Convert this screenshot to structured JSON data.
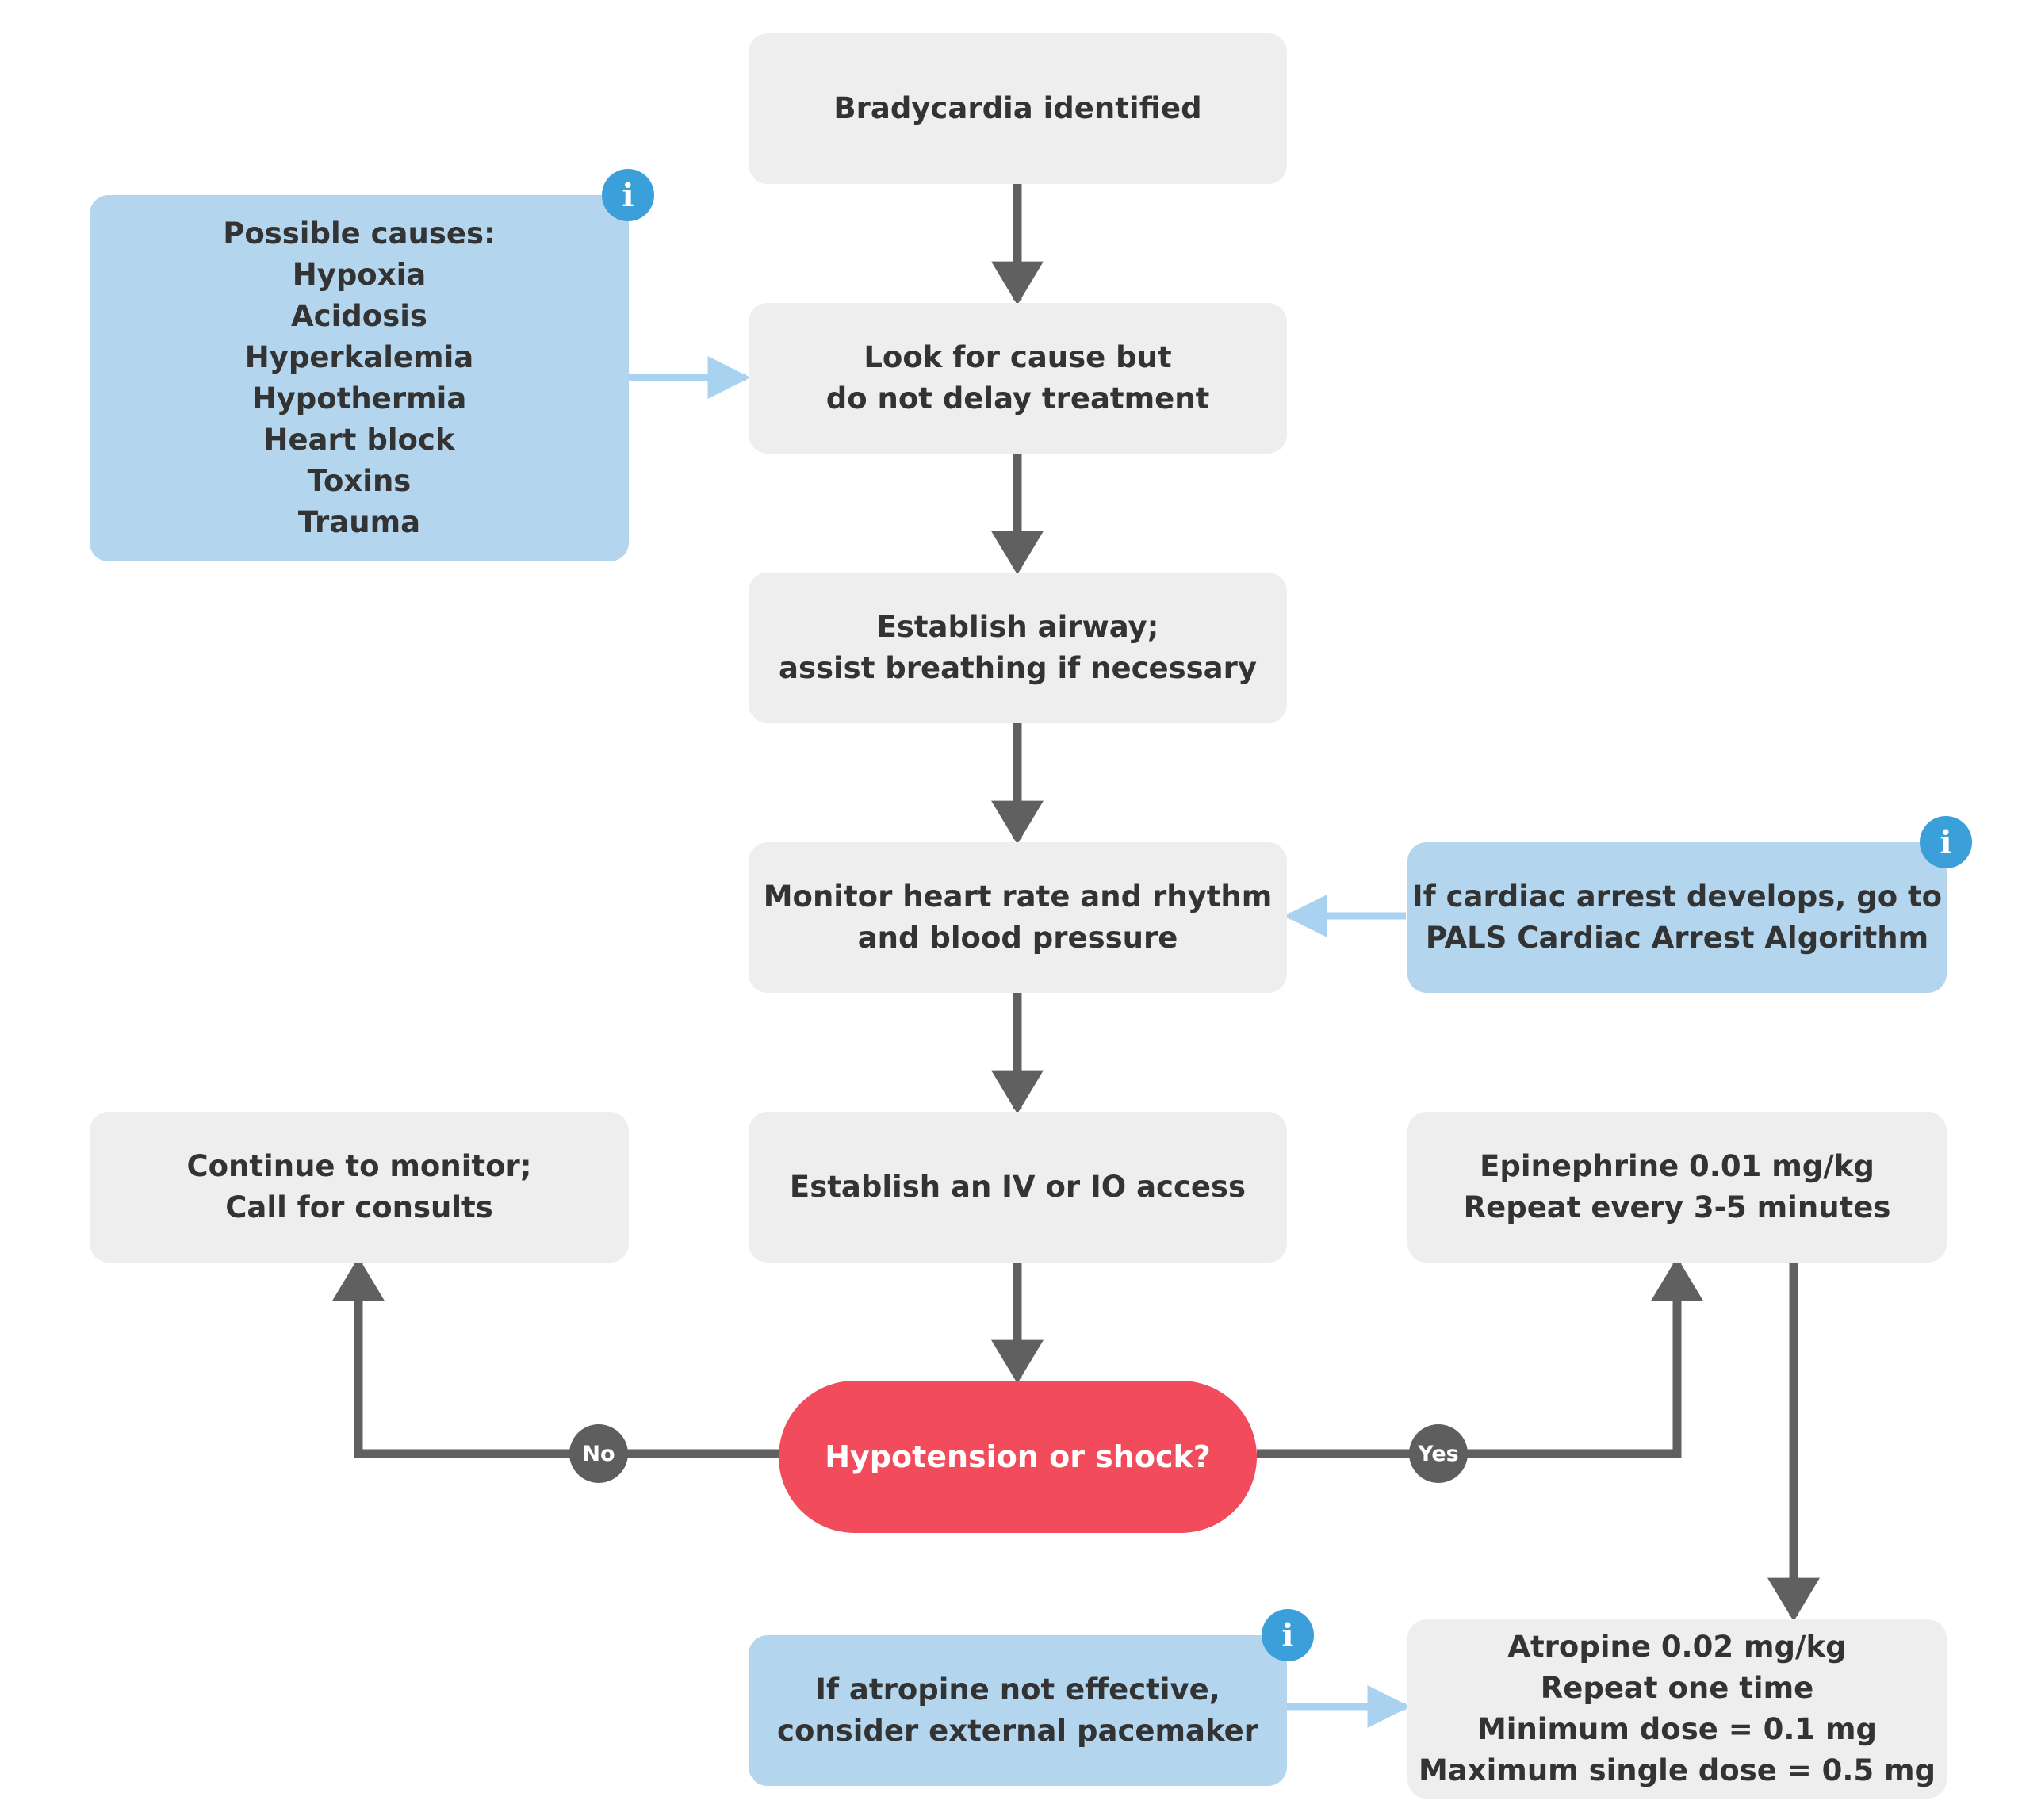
{
  "nodes": {
    "start": {
      "lines": [
        "Bradycardia identified"
      ]
    },
    "cause": {
      "lines": [
        "Look for cause but",
        "do not delay treatment"
      ]
    },
    "airway": {
      "lines": [
        "Establish airway;",
        "assist breathing if necessary"
      ]
    },
    "monitor": {
      "lines": [
        "Monitor heart rate and rhythm",
        "and blood pressure"
      ]
    },
    "iv": {
      "lines": [
        "Establish an IV or IO access"
      ]
    },
    "decision": {
      "label": "Hypotension or shock?"
    },
    "continue": {
      "lines": [
        "Continue to monitor;",
        "Call for consults"
      ]
    },
    "epinephrine": {
      "lines": [
        "Epinephrine 0.01 mg/kg",
        "Repeat every 3-5 minutes"
      ]
    },
    "atropine": {
      "lines": [
        "Atropine 0.02 mg/kg",
        "Repeat one time",
        "Minimum dose = 0.1 mg",
        "Maximum single dose = 0.5 mg"
      ]
    }
  },
  "notes": {
    "causes": {
      "lines": [
        "Possible causes:",
        "Hypoxia",
        "Acidosis",
        "Hyperkalemia",
        "Hypothermia",
        "Heart block",
        "Toxins",
        "Trauma"
      ]
    },
    "arrest": {
      "lines": [
        "If cardiac arrest develops, go to",
        "PALS Cardiac Arrest Algorithm"
      ]
    },
    "pacemaker": {
      "lines": [
        "If atropine not effective,",
        "consider external pacemaker"
      ]
    },
    "info_glyph": "i"
  },
  "branches": {
    "no": "No",
    "yes": "Yes"
  },
  "colors": {
    "step_box": "#eeeeee",
    "note_box": "#b3d5ee",
    "decision": "#f24b5b",
    "arrow": "#606060",
    "note_arrow": "#a9d2f0",
    "info_icon": "#3b9fda"
  }
}
